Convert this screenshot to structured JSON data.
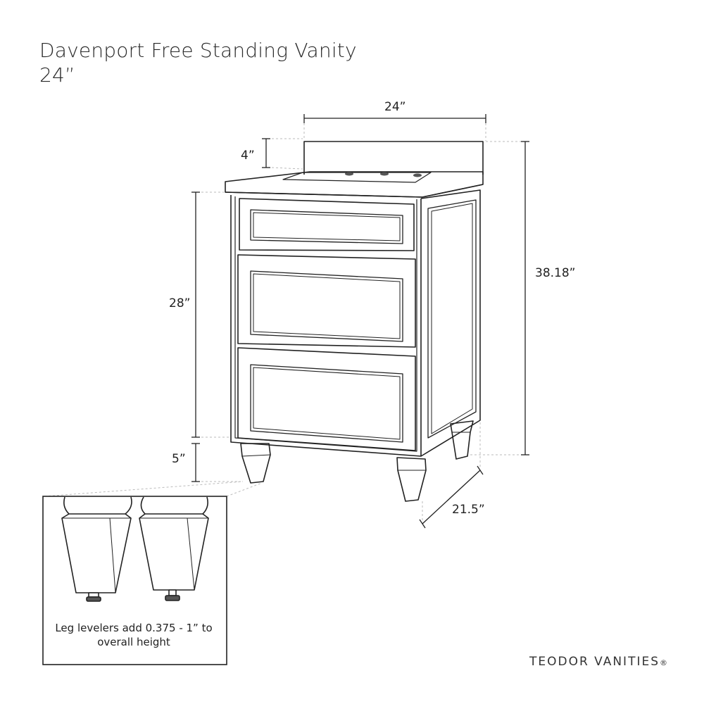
{
  "title": {
    "line1": "Davenport Free Standing Vanity",
    "line2": "24”"
  },
  "dimensions": {
    "width": "24”",
    "backsplash": "4”",
    "cabinet_height": "28”",
    "leg_height": "5”",
    "overall_height": "38.18”",
    "depth": "21.5”"
  },
  "detail_note": "Leg levelers add 0.375 - 1” to overall height",
  "brand": "TEODOR VANITIES",
  "brand_mark": "®"
}
